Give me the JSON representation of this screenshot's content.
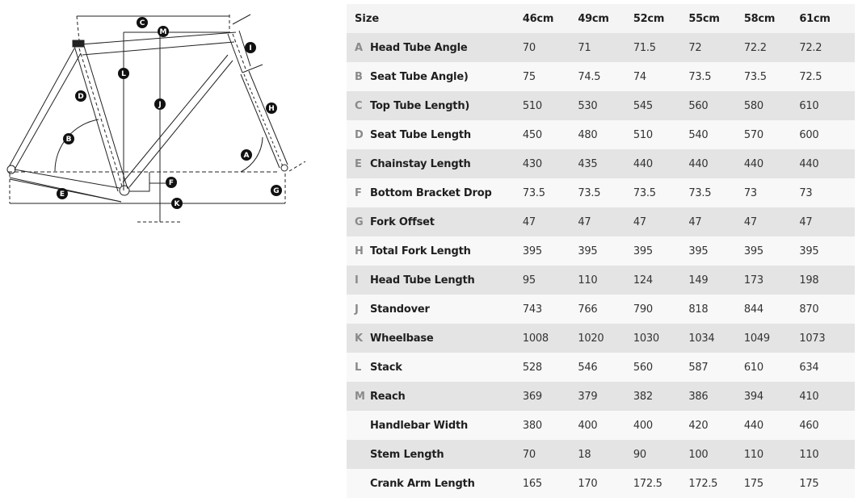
{
  "diagram": {
    "labels": [
      "A",
      "B",
      "C",
      "D",
      "E",
      "F",
      "G",
      "H",
      "I",
      "J",
      "K",
      "L",
      "M"
    ]
  },
  "table": {
    "header": {
      "label": "Size",
      "sizes": [
        "46cm",
        "49cm",
        "52cm",
        "55cm",
        "58cm",
        "61cm"
      ]
    },
    "rows": [
      {
        "letter": "A",
        "name": "Head Tube Angle",
        "values": [
          "70",
          "71",
          "71.5",
          "72",
          "72.2",
          "72.2"
        ]
      },
      {
        "letter": "B",
        "name": "Seat Tube Angle)",
        "values": [
          "75",
          "74.5",
          "74",
          "73.5",
          "73.5",
          "72.5"
        ]
      },
      {
        "letter": "C",
        "name": "Top Tube Length)",
        "values": [
          "510",
          "530",
          "545",
          "560",
          "580",
          "610"
        ]
      },
      {
        "letter": "D",
        "name": "Seat Tube Length",
        "values": [
          "450",
          "480",
          "510",
          "540",
          "570",
          "600"
        ]
      },
      {
        "letter": "E",
        "name": "Chainstay Length",
        "values": [
          "430",
          "435",
          "440",
          "440",
          "440",
          "440"
        ]
      },
      {
        "letter": "F",
        "name": "Bottom Bracket Drop",
        "values": [
          "73.5",
          "73.5",
          "73.5",
          "73.5",
          "73",
          "73"
        ]
      },
      {
        "letter": "G",
        "name": "Fork Offset",
        "values": [
          "47",
          "47",
          "47",
          "47",
          "47",
          "47"
        ]
      },
      {
        "letter": "H",
        "name": "Total Fork Length",
        "values": [
          "395",
          "395",
          "395",
          "395",
          "395",
          "395"
        ]
      },
      {
        "letter": "I",
        "name": "Head Tube Length",
        "values": [
          "95",
          "110",
          "124",
          "149",
          "173",
          "198"
        ]
      },
      {
        "letter": "J",
        "name": "Standover",
        "values": [
          "743",
          "766",
          "790",
          "818",
          "844",
          "870"
        ]
      },
      {
        "letter": "K",
        "name": "Wheelbase",
        "values": [
          "1008",
          "1020",
          "1030",
          "1034",
          "1049",
          "1073"
        ]
      },
      {
        "letter": "L",
        "name": "Stack",
        "values": [
          "528",
          "546",
          "560",
          "587",
          "610",
          "634"
        ]
      },
      {
        "letter": "M",
        "name": "Reach",
        "values": [
          "369",
          "379",
          "382",
          "386",
          "394",
          "410"
        ]
      },
      {
        "letter": "",
        "name": "Handlebar Width",
        "values": [
          "380",
          "400",
          "400",
          "420",
          "440",
          "460"
        ]
      },
      {
        "letter": "",
        "name": "Stem Length",
        "values": [
          "70",
          "18",
          "90",
          "100",
          "110",
          "110"
        ]
      },
      {
        "letter": "",
        "name": "Crank Arm Length",
        "values": [
          "165",
          "170",
          "172.5",
          "172.5",
          "175",
          "175"
        ]
      }
    ]
  }
}
